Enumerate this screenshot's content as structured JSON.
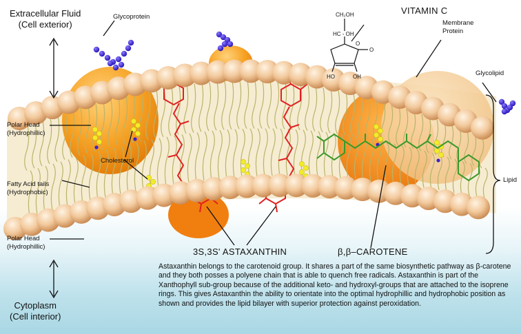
{
  "labels": {
    "extracellular_line1": "Extracellular Fluid",
    "extracellular_line2": "(Cell exterior)",
    "glycoprotein": "Glycoprotein",
    "vitamin_c": "VITAMIN C",
    "membrane_protein_line1": "Membrane",
    "membrane_protein_line2": "Protein",
    "glycolipid": "Glycolipid",
    "polar_head_top_line1": "Polar Head",
    "polar_head_top_line2": "(Hydrophillic)",
    "cholesterol": "Cholesterol",
    "fatty_acid_line1": "Fatty Acid tails",
    "fatty_acid_line2": "(Hydrophobic)",
    "lipid": "Lipid",
    "polar_head_bottom_line1": "Polar Head",
    "polar_head_bottom_line2": "(Hydrophillic)",
    "astaxanthin": "3S,3S' ASTAXANTHIN",
    "carotene": "β,β–CAROTENE",
    "cytoplasm_line1": "Cytoplasm",
    "cytoplasm_line2": "(Cell interior)"
  },
  "vitamin_c_structure": {
    "ch2oh": "CH₂OH",
    "hc_oh": "HC - OH",
    "ho_left": "HO",
    "oh_right": "OH",
    "o_ring": "O",
    "o_carbonyl": "O"
  },
  "caption": "Astaxanthin belongs to the carotenoid group. It shares a part of the same biosynthetic pathway as β-carotene and they both posses a polyene chain that is able to quench free radicals.  Astaxanthin is part of the Xanthophyll sub-group because of the additional keto- and hydroxyl-groups that are attached to the isoprene rings. This gives Astaxanthin the ability to orientate into the optimal hydrophillic and hydrophobic position as shown and provides the lipid bilayer with superior protection against peroxidation.",
  "colors": {
    "lipid_head": "#f2c79a",
    "protein": "#f59a1a",
    "glycan": "#3a22c8",
    "astaxanthin": "#e02020",
    "carotene": "#3a9a2a",
    "cholesterol": "#f3ec2a",
    "tail": "#b8b46a"
  }
}
